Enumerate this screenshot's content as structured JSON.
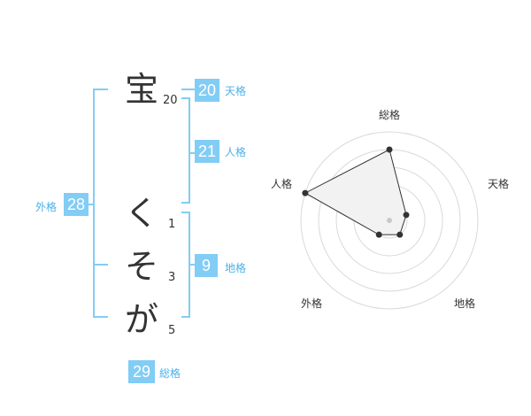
{
  "name": {
    "characters": [
      {
        "char": "宝",
        "strokes": "20"
      },
      {
        "char": "く",
        "strokes": "1"
      },
      {
        "char": "そ",
        "strokes": "3"
      },
      {
        "char": "が",
        "strokes": "5"
      }
    ]
  },
  "fortune": {
    "tenkaku": {
      "label": "天格",
      "value": "20"
    },
    "jinkaku": {
      "label": "人格",
      "value": "21"
    },
    "chikaku": {
      "label": "地格",
      "value": "9"
    },
    "gaikaku": {
      "label": "外格",
      "value": "28"
    },
    "soukaku": {
      "label": "総格",
      "value": "29"
    }
  },
  "colors": {
    "accent": "#82cdf5",
    "accent_text": "#4ab0e8",
    "text": "#333333",
    "radar_fill": "#f2f2f2",
    "grid": "#d9d9d9"
  },
  "radar": {
    "axes": [
      "総格",
      "天格",
      "地格",
      "外格",
      "人格"
    ],
    "max": 5,
    "rings": 5,
    "values": [
      4,
      1,
      1,
      1,
      5
    ]
  }
}
